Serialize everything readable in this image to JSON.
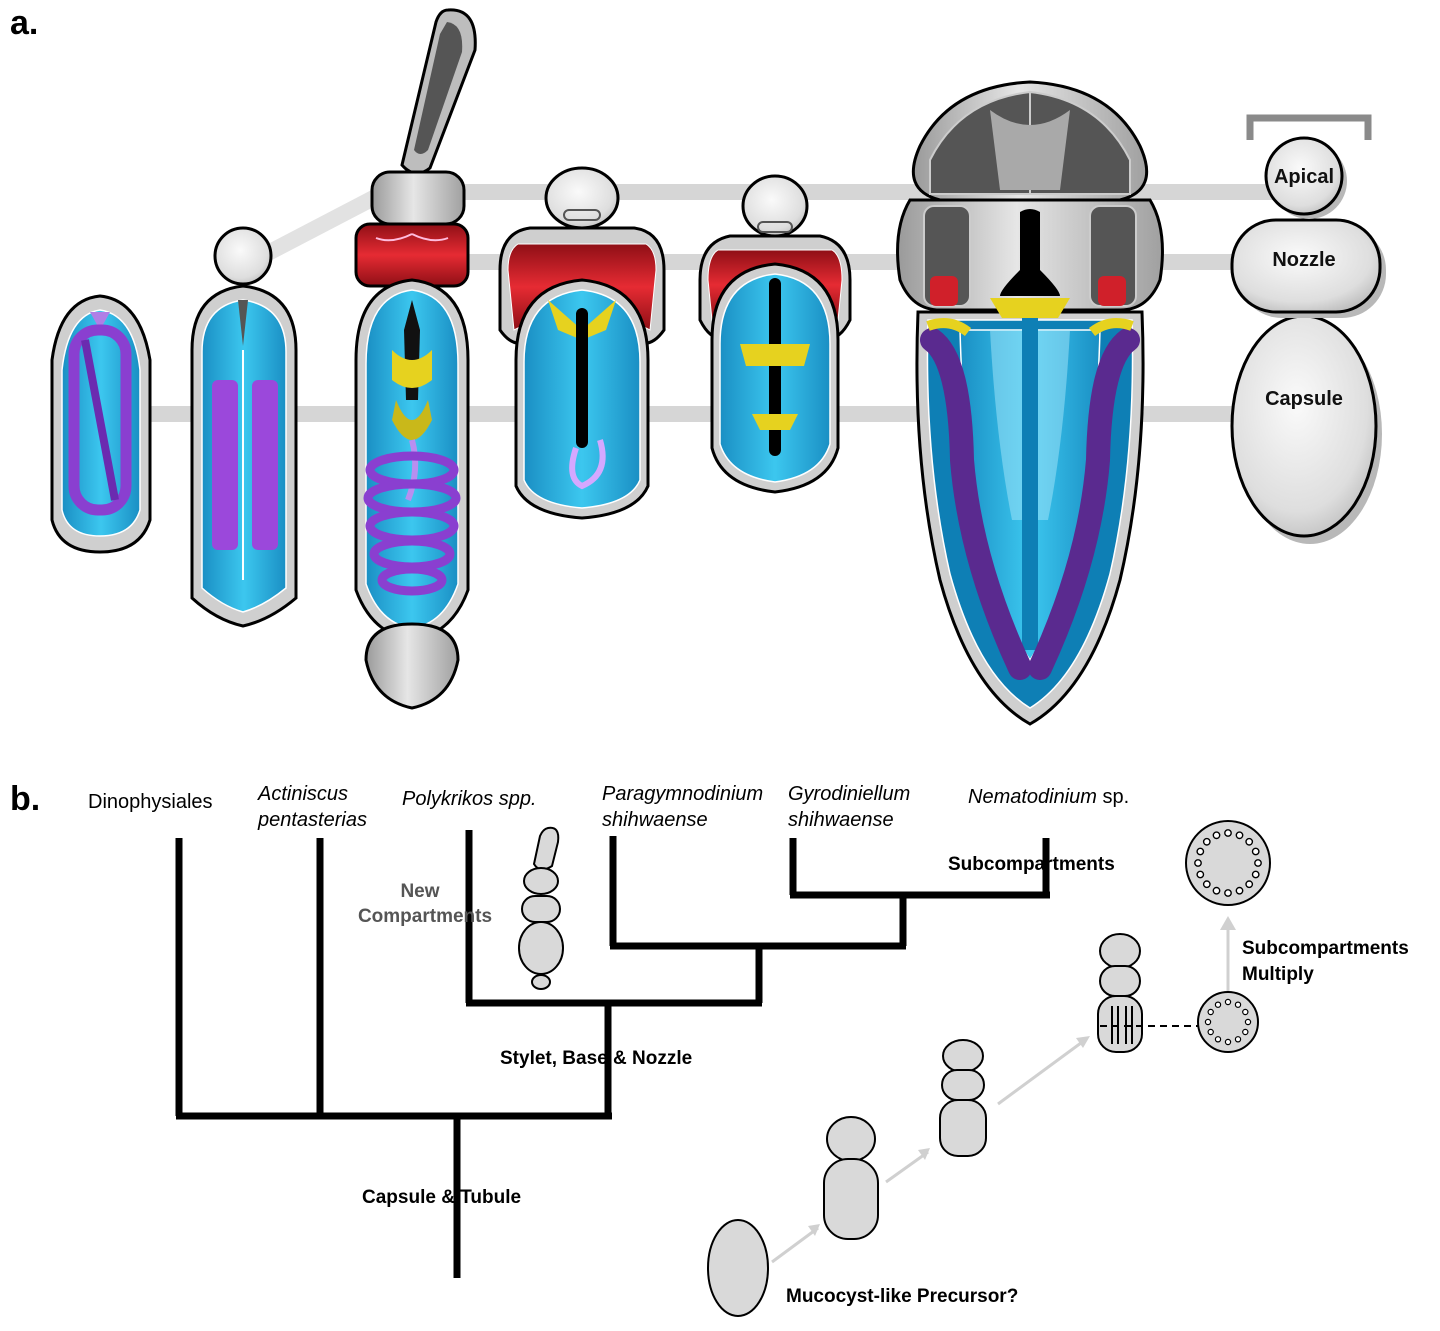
{
  "panel_a": {
    "label": "a.",
    "compartments": [
      "Apical",
      "Nozzle",
      "Capsule"
    ]
  },
  "panel_b": {
    "label": "b.",
    "taxa": [
      {
        "id": "dinophysiales",
        "lines": [
          "Dinophysiales"
        ],
        "italic": false
      },
      {
        "id": "actiniscus",
        "lines": [
          "Actiniscus",
          "pentasterias"
        ],
        "italic": true
      },
      {
        "id": "polykrikos",
        "lines": [
          "Polykrikos spp."
        ],
        "italic": true
      },
      {
        "id": "paragymnodinium",
        "lines": [
          "Paragymnodinium",
          "shihwaense"
        ],
        "italic": true
      },
      {
        "id": "gyrodiniellum",
        "lines": [
          "Gyrodiniellum",
          "shihwaense"
        ],
        "italic": true
      },
      {
        "id": "nematodinium",
        "genus": "Nematodinium",
        "suffix": " sp."
      }
    ],
    "events": {
      "capsule_tubule": "Capsule & Tubule",
      "stylet_base_nozzle": "Stylet, Base & Nozzle",
      "new_compartments": [
        "New",
        "Compartments"
      ],
      "subcompartments": "Subcompartments",
      "subcompartments_multiply": [
        "Subcompartments",
        "Multiply"
      ],
      "precursor": "Mucocyst-like Precursor?"
    }
  },
  "colors": {
    "gray_body": "#d4d4d4",
    "dark_gray": "#555555",
    "blue": "#1aa6d9",
    "light_blue": "#3fc8ee",
    "purple": "#8a3fd0",
    "dark_purple": "#5a2a8f",
    "red": "#d0202a",
    "yellow": "#e6d21f",
    "connector": "#d0d0d0"
  }
}
